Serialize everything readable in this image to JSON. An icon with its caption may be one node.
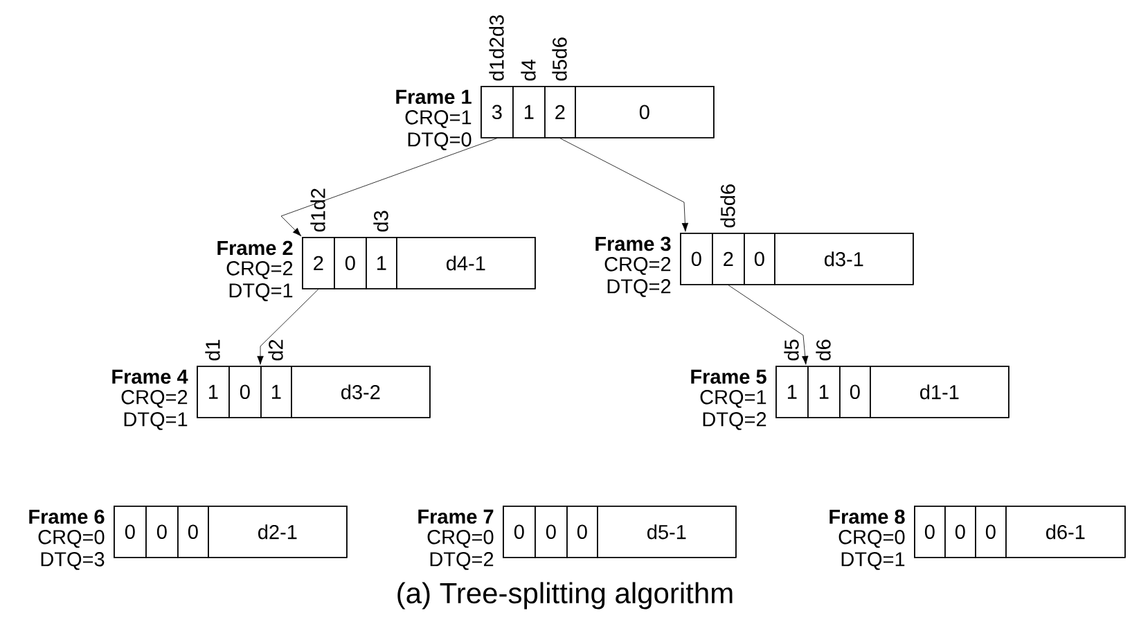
{
  "diagram": {
    "caption": "(a) Tree-splitting algorithm",
    "nodes": [
      {
        "text": [
          "Frame 1",
          "CRQ=1",
          "DTQ=0"
        ]
      },
      {
        "text": [
          "3"
        ],
        "in": 0,
        "beside": [
          "d1d2d3"
        ]
      },
      {
        "text": [
          "1"
        ],
        "in": 0,
        "beside": [
          "d4"
        ]
      },
      {
        "text": [
          "2"
        ],
        "in": 0,
        "beside": [
          "d5d6"
        ]
      },
      {
        "text": [
          "0"
        ],
        "in": 0
      },
      {
        "text": [
          "Frame 2",
          "CRQ=2",
          "DTQ=1"
        ]
      },
      {
        "text": [
          "2"
        ],
        "in": 5,
        "beside": [
          "d1d2"
        ]
      },
      {
        "text": [
          "0"
        ],
        "in": 5
      },
      {
        "text": [
          "1"
        ],
        "in": 5,
        "beside": [
          "d3"
        ]
      },
      {
        "text": [
          "d4-1"
        ],
        "in": 5
      },
      {
        "text": [
          "Frame 3",
          "CRQ=2",
          "DTQ=2"
        ]
      },
      {
        "text": [
          "0"
        ],
        "in": 10
      },
      {
        "text": [
          "2"
        ],
        "in": 10,
        "beside": [
          "d5d6"
        ]
      },
      {
        "text": [
          "0"
        ],
        "in": 10
      },
      {
        "text": [
          "d3-1"
        ],
        "in": 10
      },
      {
        "text": [
          "Frame 4",
          "CRQ=2",
          "DTQ=1"
        ]
      },
      {
        "text": [
          "1"
        ],
        "in": 15,
        "beside": [
          "d1"
        ]
      },
      {
        "text": [
          "0"
        ],
        "in": 15
      },
      {
        "text": [
          "1"
        ],
        "in": 15,
        "beside": [
          "d2"
        ]
      },
      {
        "text": [
          "d3-2"
        ],
        "in": 15
      },
      {
        "text": [
          "Frame 5",
          "CRQ=1",
          "DTQ=2"
        ]
      },
      {
        "text": [
          "1"
        ],
        "in": 20,
        "beside": [
          "d5"
        ]
      },
      {
        "text": [
          "1"
        ],
        "in": 20,
        "beside": [
          "d6"
        ]
      },
      {
        "text": [
          "0"
        ],
        "in": 20
      },
      {
        "text": [
          "d1-1"
        ],
        "in": 20
      },
      {
        "text": [
          "Frame 6",
          "CRQ=0",
          "DTQ=3"
        ]
      },
      {
        "text": [
          "0"
        ],
        "in": 25
      },
      {
        "text": [
          "0"
        ],
        "in": 25
      },
      {
        "text": [
          "0"
        ],
        "in": 25
      },
      {
        "text": [
          "d2-1"
        ],
        "in": 25
      },
      {
        "text": [
          "Frame 7",
          "CRQ=0",
          "DTQ=2"
        ]
      },
      {
        "text": [
          "0"
        ],
        "in": 30
      },
      {
        "text": [
          "0"
        ],
        "in": 30
      },
      {
        "text": [
          "0"
        ],
        "in": 30
      },
      {
        "text": [
          "d5-1"
        ],
        "in": 30
      },
      {
        "text": [
          "Frame 8",
          "CRQ=0",
          "DTQ=1"
        ]
      },
      {
        "text": [
          "0"
        ],
        "in": 35
      },
      {
        "text": [
          "0"
        ],
        "in": 35
      },
      {
        "text": [
          "0"
        ],
        "in": 35
      },
      {
        "text": [
          "d6-1"
        ],
        "in": 35
      }
    ],
    "edges": [
      {
        "from": 1,
        "to": 5,
        "arrow": "to"
      },
      {
        "from": 3,
        "to": 10,
        "arrow": "to"
      },
      {
        "from": 6,
        "to": 15,
        "arrow": "to"
      },
      {
        "from": 12,
        "to": 20,
        "arrow": "to"
      }
    ]
  }
}
